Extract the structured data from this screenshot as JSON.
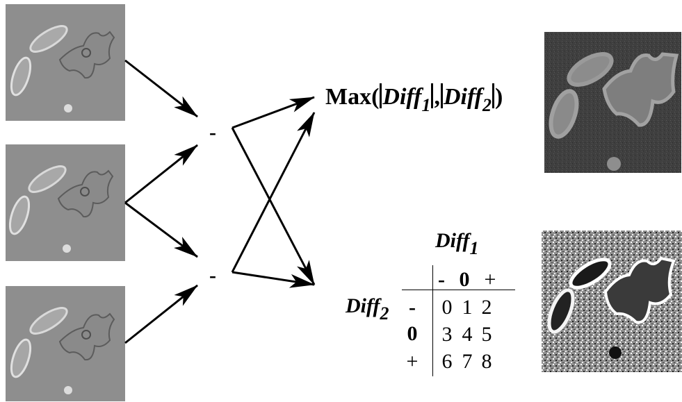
{
  "frames": {
    "input_1": "frame-t-minus-1",
    "input_2": "frame-t",
    "input_3": "frame-t-plus-1",
    "output_max": "max-difference-image",
    "output_code": "coded-difference-image"
  },
  "operators": {
    "op_top": "-",
    "op_bottom": "-"
  },
  "formula": {
    "prefix": "Max(",
    "diff1_base": "Diff",
    "diff1_sub": "1",
    "separator": ",",
    "diff2_base": "Diff",
    "diff2_sub": "2",
    "suffix": ")"
  },
  "table": {
    "col_title": {
      "base": "Diff",
      "sub": "1"
    },
    "row_title": {
      "base": "Diff",
      "sub": "2"
    },
    "col_headers": [
      "-",
      "0",
      "+"
    ],
    "row_headers": [
      "-",
      "0",
      "+"
    ],
    "cells": [
      [
        "0",
        "1",
        "2"
      ],
      [
        "3",
        "4",
        "5"
      ],
      [
        "6",
        "7",
        "8"
      ]
    ]
  },
  "colors": {
    "ink": "#000000",
    "background": "#ffffff",
    "cell_gray": "#8f8f8f"
  }
}
